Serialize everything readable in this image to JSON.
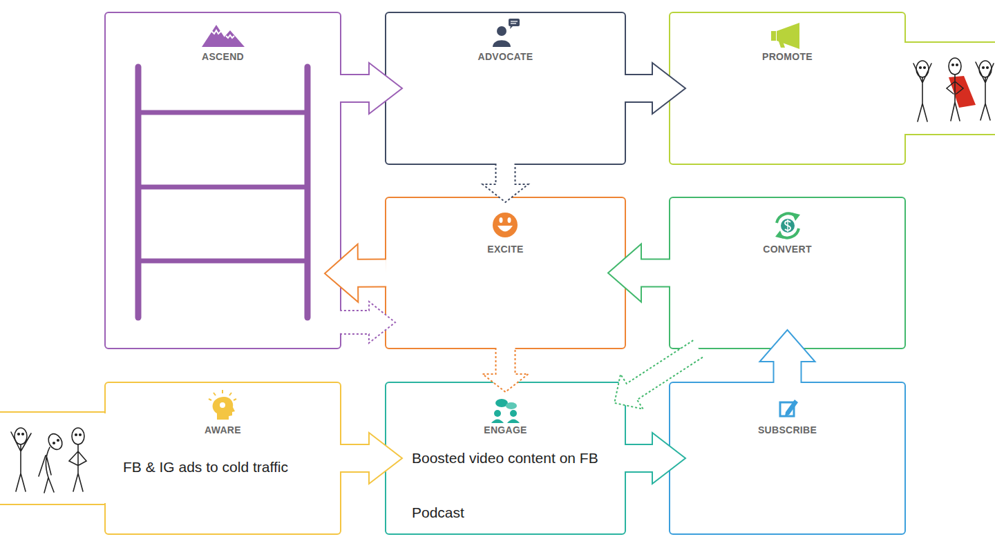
{
  "diagram": {
    "nodes": [
      {
        "text": [
          "ASCEND"
        ]
      },
      {
        "text": [
          "ADVOCATE"
        ]
      },
      {
        "text": [
          "PROMOTE"
        ]
      },
      {
        "text": [
          "EXCITE"
        ]
      },
      {
        "text": [
          "CONVERT"
        ]
      },
      {
        "text": [
          "AWARE",
          "FB & IG ads to cold traffic"
        ]
      },
      {
        "text": [
          "ENGAGE",
          "Boosted video content on FB",
          "Podcast"
        ]
      },
      {
        "text": [
          "SUBSCRIBE"
        ]
      }
    ],
    "edges": [
      {
        "from": 0,
        "to": 1,
        "arrow": "to"
      },
      {
        "from": 1,
        "to": 2,
        "arrow": "to"
      },
      {
        "from": 1,
        "to": 3,
        "arrow": "to"
      },
      {
        "from": 3,
        "to": 0,
        "arrow": "to"
      },
      {
        "from": 0,
        "to": 3,
        "arrow": "to"
      },
      {
        "from": 4,
        "to": 3,
        "arrow": "to"
      },
      {
        "from": 3,
        "to": 6,
        "arrow": "to"
      },
      {
        "from": 4,
        "to": 6,
        "arrow": "to"
      },
      {
        "from": 5,
        "to": 6,
        "arrow": "to"
      },
      {
        "from": 6,
        "to": 7,
        "arrow": "to"
      },
      {
        "from": 7,
        "to": 4,
        "arrow": "to"
      }
    ]
  }
}
